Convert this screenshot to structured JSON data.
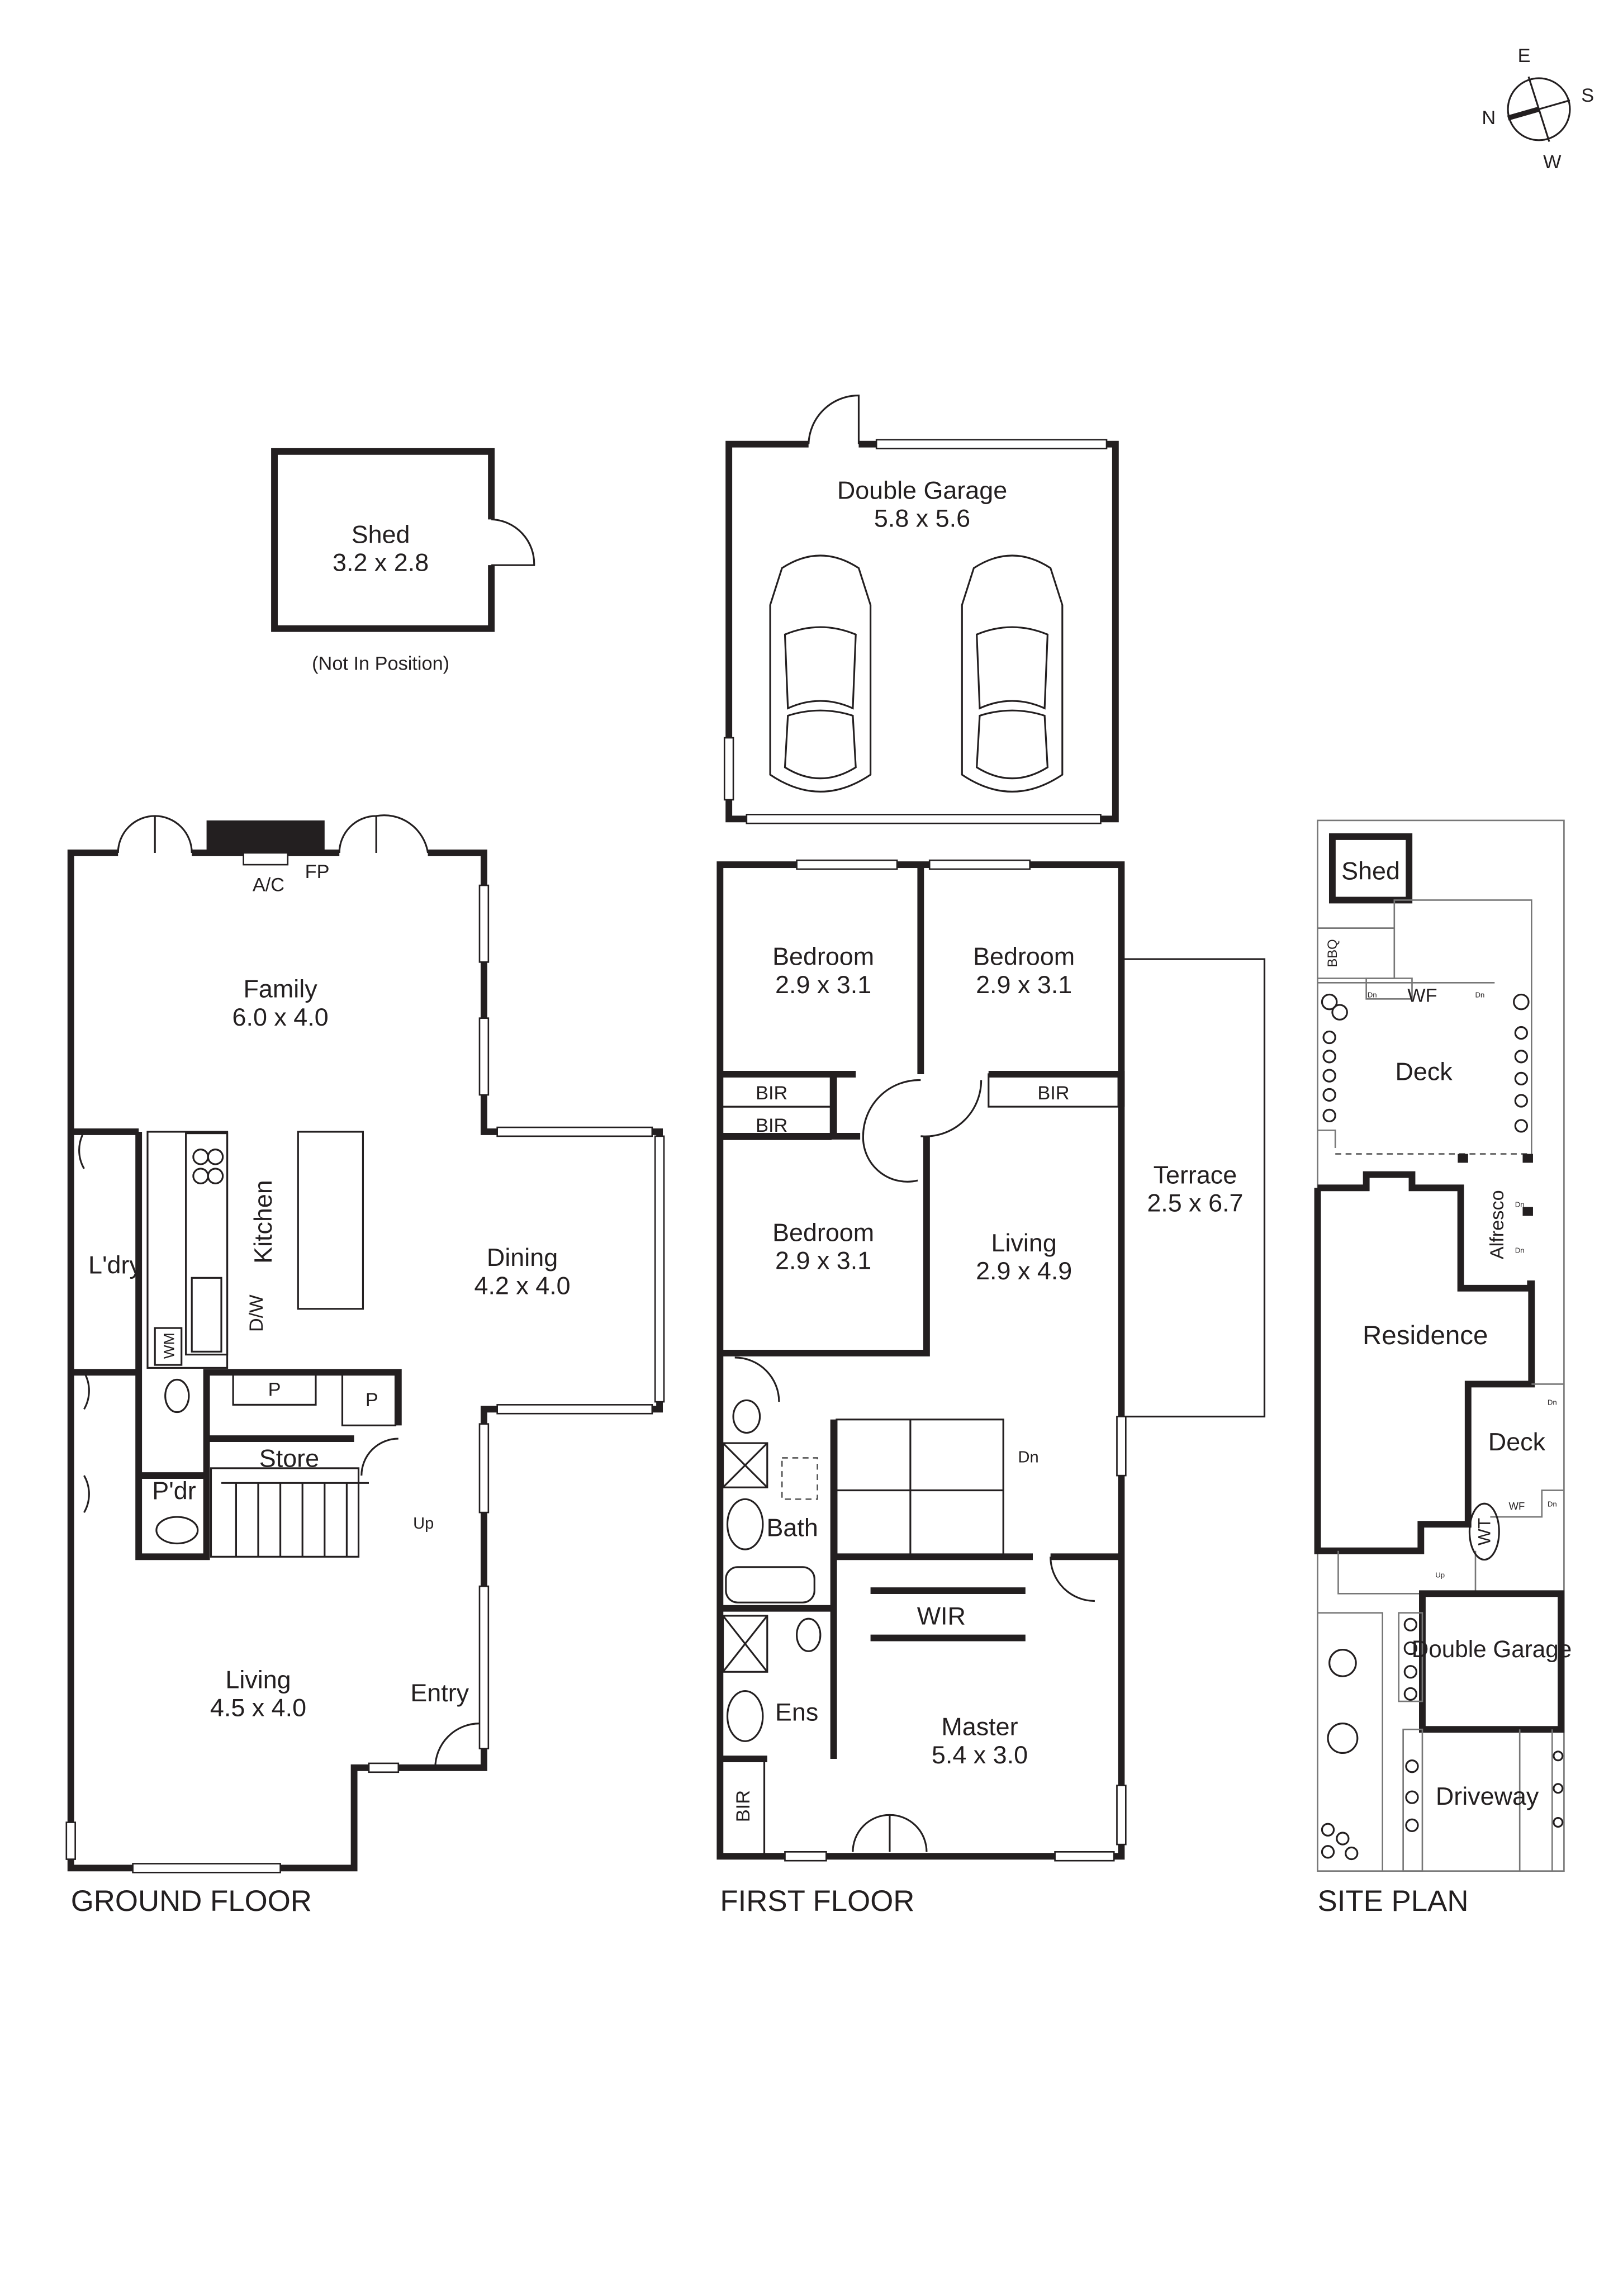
{
  "compass": {
    "north": "N",
    "east": "E",
    "south": "S",
    "west": "W"
  },
  "shed": {
    "name": "Shed",
    "size": "3.2 x 2.8",
    "note": "(Not In Position)"
  },
  "garage": {
    "name": "Double Garage",
    "size": "5.8 x 5.6"
  },
  "ground_floor": {
    "title": "GROUND FLOOR",
    "ac": "A/C",
    "fp": "FP",
    "family": {
      "name": "Family",
      "size": "6.0 x 4.0"
    },
    "kitchen": "Kitchen",
    "laundry": "L'dry",
    "wm": "WM",
    "dw": "D/W",
    "dining": {
      "name": "Dining",
      "size": "4.2 x 4.0"
    },
    "pantry1": "P",
    "pantry2": "P",
    "store": "Store",
    "powder": "P'dr",
    "up": "Up",
    "living": {
      "name": "Living",
      "size": "4.5 x 4.0"
    },
    "entry": "Entry"
  },
  "first_floor": {
    "title": "FIRST FLOOR",
    "bedroom1": {
      "name": "Bedroom",
      "size": "2.9 x 3.1"
    },
    "bedroom2": {
      "name": "Bedroom",
      "size": "2.9 x 3.1"
    },
    "bedroom3": {
      "name": "Bedroom",
      "size": "2.9 x 3.1"
    },
    "bir1": "BIR",
    "bir2": "BIR",
    "bir3": "BIR",
    "bir4": "BIR",
    "living": {
      "name": "Living",
      "size": "2.9 x 4.9"
    },
    "terrace": {
      "name": "Terrace",
      "size": "2.5 x 6.7"
    },
    "dn": "Dn",
    "bath": "Bath",
    "wir": "WIR",
    "ens": "Ens",
    "master": {
      "name": "Master",
      "size": "5.4 x 3.0"
    }
  },
  "site_plan": {
    "title": "SITE PLAN",
    "shed": "Shed",
    "bbq": "BBQ",
    "wf_top": "WF",
    "dn1": "Dn",
    "dn2": "Dn",
    "deck_top": "Deck",
    "alfresco": "Alfresco",
    "dn3": "Dn",
    "dn4": "Dn",
    "residence": "Residence",
    "deck_side": "Deck",
    "dn5": "Dn",
    "dn6": "Dn",
    "wf_side": "WF",
    "wt": "WT",
    "up": "Up",
    "garage": "Double Garage",
    "driveway": "Driveway"
  }
}
